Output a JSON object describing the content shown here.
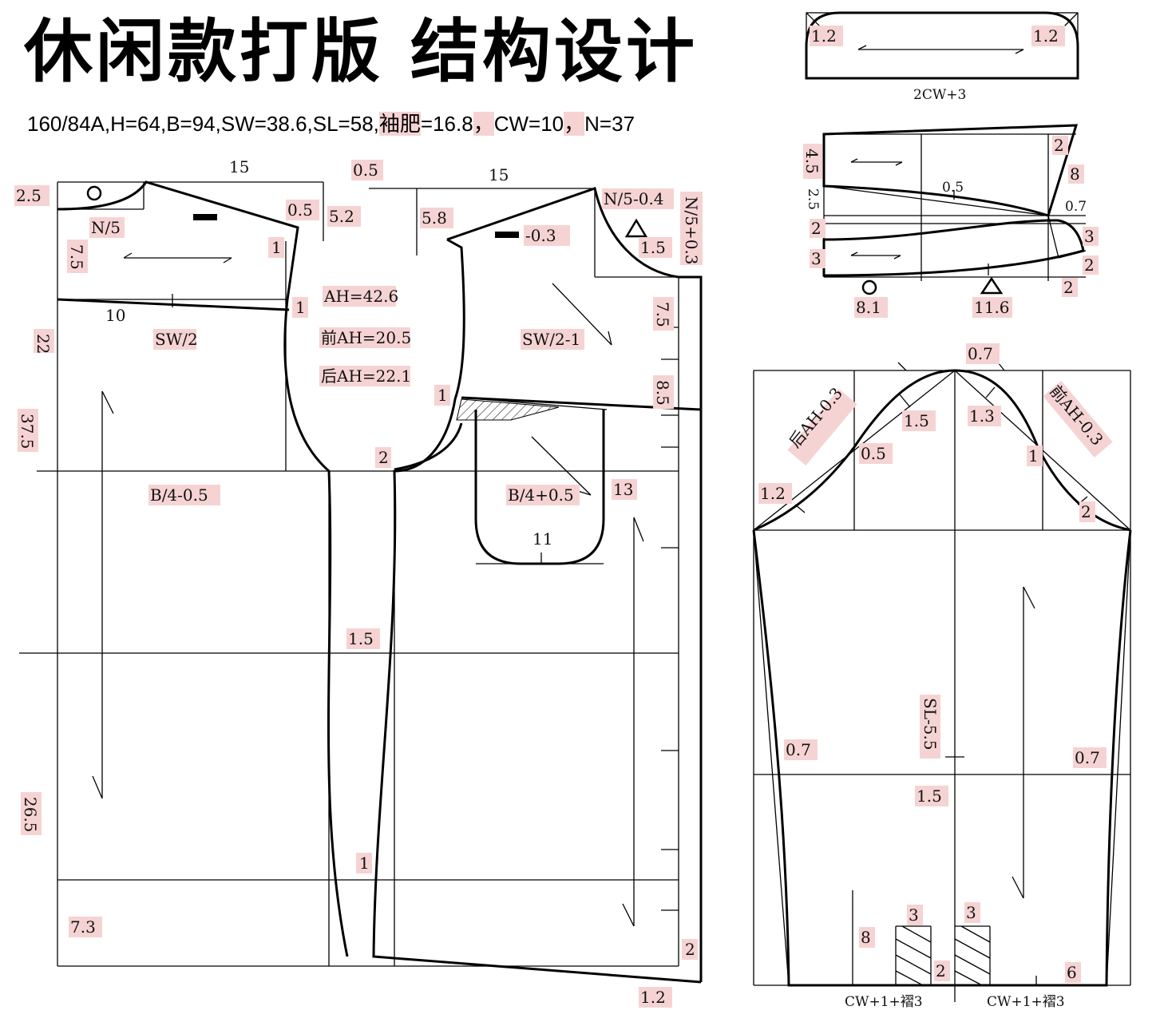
{
  "header": {
    "title": "休闲款打版  结构设计",
    "formula": {
      "part1": "160/84A,H=64,B=94,SW=38.6,SL=58,",
      "hl1": "袖肥",
      "part2": "=16.8",
      "hl2": "，",
      "part3": "CW=10",
      "hl3": "，",
      "part4": "N=37"
    }
  },
  "bodice_labels": {
    "back_collar_w": "15",
    "front_collar_w": "15",
    "gap": "0.5",
    "back_neck_rise": "2.5",
    "back_neck": "N/5",
    "shoulder_up": "0.5",
    "back_shoulder_drop": "5.2",
    "front_shoulder_drop": "5.8",
    "front_neck": "N/5-0.4",
    "front_neck_depth": "N/5+0.3",
    "dart_adj": "-0.3",
    "neck_ext": "1.5",
    "yoke_depth": "7.5",
    "front_yoke": "7.5",
    "one_a": "1",
    "one_b": "1",
    "one_c": "1",
    "ten": "10",
    "back_sw": "SW/2",
    "front_sw": "SW/2-1",
    "ah": "AH=42.6",
    "front_ah": "前AH=20.5",
    "back_ah": "后AH=22.1",
    "eight_five": "8.5",
    "two": "2",
    "twenty_two": "22",
    "thirty_seven": "37.5",
    "back_b": "B/4-0.5",
    "front_b": "B/4+0.5",
    "thirteen": "13",
    "eleven": "11",
    "waist": "1.5",
    "hip": "1",
    "twenty_six": "26.5",
    "hem_back": "7.3",
    "hem_front": "2",
    "bottom": "1.2"
  },
  "cuff_labels": {
    "corner_left": "1.2",
    "corner_right": "1.2",
    "width": "2CW+3"
  },
  "collar_labels": {
    "h45": "4.5",
    "h25": "2.5",
    "h2": "2",
    "h3": "3",
    "top_right_2": "2",
    "right_8": "8",
    "point_05": "0.5",
    "point_07": "0.7",
    "right_3": "3",
    "right_2": "2",
    "bottom_2": "2",
    "circle_val": "8.1",
    "triangle_val": "11.6"
  },
  "sleeve_labels": {
    "cap_top": "0.7",
    "back_ah": "后AH-0.3",
    "front_ah": "前AH-0.3",
    "b15": "1.5",
    "f13": "1.3",
    "b05": "0.5",
    "f1": "1",
    "b12": "1.2",
    "f2": "2",
    "length": "SL-5.5",
    "elbow": "1.5",
    "left_07": "0.7",
    "right_07": "0.7",
    "pleat_3a": "3",
    "pleat_3b": "3",
    "eight": "8",
    "two": "2",
    "six": "6",
    "cuff_left": "CW+1+褶3",
    "cuff_right": "CW+1+褶3"
  }
}
